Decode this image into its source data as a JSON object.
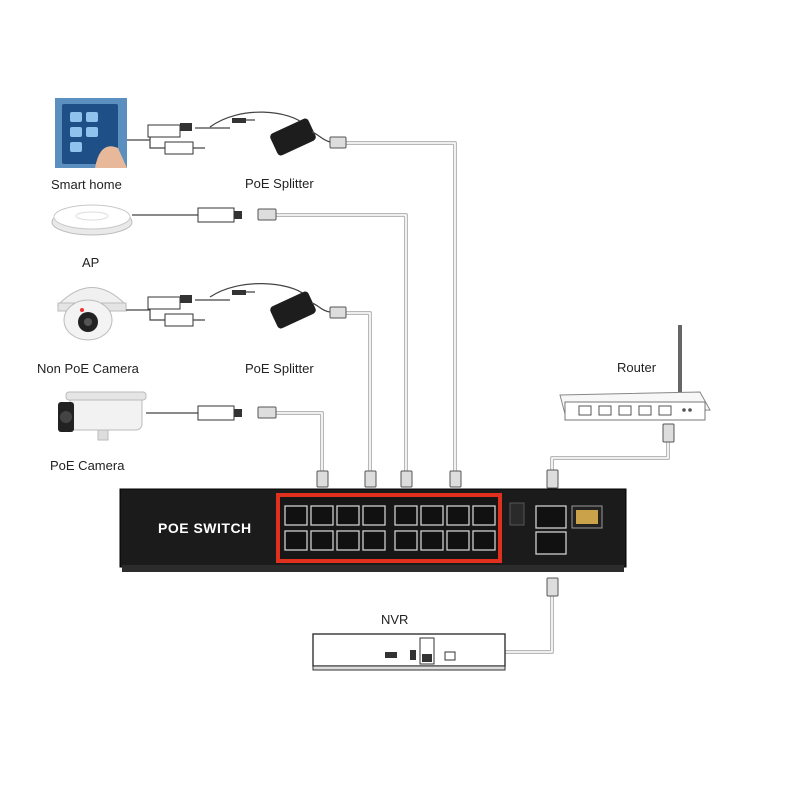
{
  "labels": {
    "smart_home": "Smart home",
    "poe_splitter_1": "PoE Splitter",
    "ap": "AP",
    "non_poe_camera": "Non PoE Camera",
    "poe_splitter_2": "PoE Splitter",
    "poe_camera": "PoE Camera",
    "router": "Router",
    "nvr": "NVR",
    "switch_name": "POE SWITCH"
  },
  "colors": {
    "switch_body": "#1b1b1b",
    "poe_panel": "#e0301e",
    "cable": "#b8b8b8"
  },
  "switch": {
    "poe_port_rows": 2,
    "poe_port_cols": 8
  }
}
